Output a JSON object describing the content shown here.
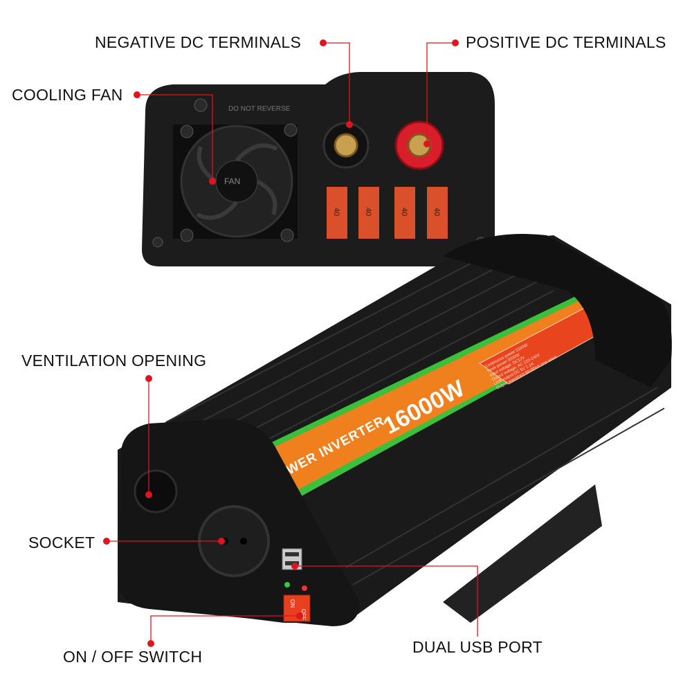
{
  "callouts": {
    "negative_dc_terminals": "NEGATIVE DC TERMINALS",
    "positive_dc_terminals": "POSITIVE DC TERMINALS",
    "cooling_fan": "COOLING FAN",
    "ventilation_opening": "VENTILATION OPENING",
    "socket": "SOCKET",
    "on_off_switch": "ON / OFF SWITCH",
    "dual_usb_port": "DUAL USB PORT"
  },
  "product": {
    "label_title": "POWER INVERTER",
    "label_power": "16000W",
    "spec_lines": [
      "Continuous power:1500W",
      "Peak power:3000W",
      "Input voltage: DC12V",
      "Output voltage: AC 220-240V",
      "USB output:DC 5V 2.1A",
      "Output waveform:Modified sine wave"
    ],
    "switch_on": "ON",
    "switch_off": "OFF",
    "rear_text": "DO NOT REVERSE",
    "fan_text": "FAN",
    "fuse_labels": [
      "40",
      "40",
      "40",
      "40"
    ]
  },
  "colors": {
    "callout_dot": "#e0141e",
    "body": "#1b1b1b",
    "label_orange": "#f0801e",
    "label_green": "#3cbf3c",
    "spec_red": "#e8451e",
    "terminal_red": "#d81e2a"
  }
}
